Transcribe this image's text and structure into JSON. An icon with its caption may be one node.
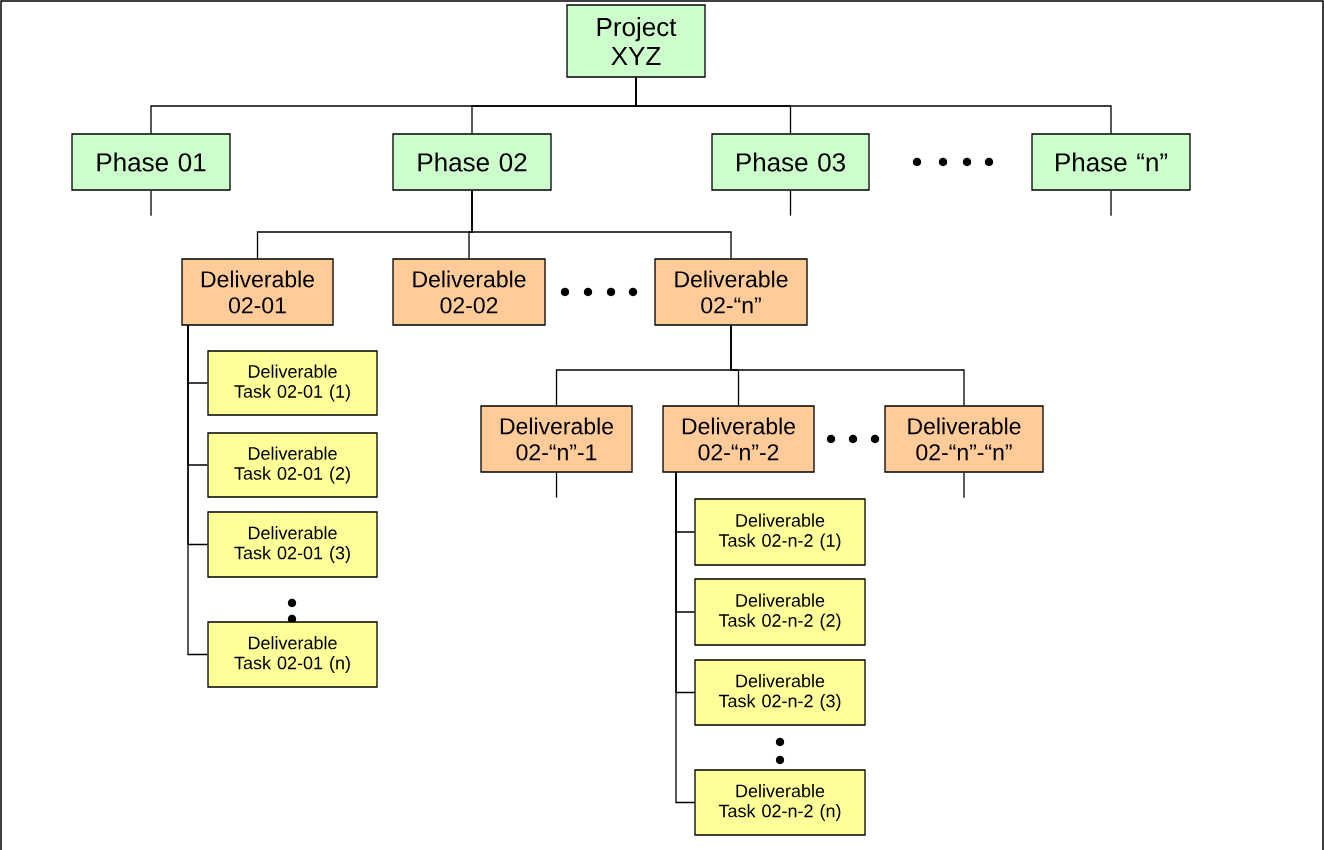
{
  "diagram": {
    "nodes": [
      {
        "text": [
          "Project XYZ"
        ]
      },
      {
        "text": [
          "Phase 01"
        ]
      },
      {
        "text": [
          "Phase 02"
        ]
      },
      {
        "text": [
          "Phase 03"
        ]
      },
      {
        "text": [
          "Phase “n”"
        ]
      },
      {
        "text": [
          "Deliverable 02-01"
        ]
      },
      {
        "text": [
          "Deliverable 02-02"
        ]
      },
      {
        "text": [
          "Deliverable 02-“n”"
        ]
      },
      {
        "text": [
          "Deliverable Task 02-01 (1)"
        ]
      },
      {
        "text": [
          "Deliverable Task 02-01 (2)"
        ]
      },
      {
        "text": [
          "Deliverable Task 02-01 (3)"
        ]
      },
      {
        "text": [
          "Deliverable Task 02-01 (n)"
        ]
      },
      {
        "text": [
          "Deliverable 02-“n”-1"
        ]
      },
      {
        "text": [
          "Deliverable 02-“n”-2"
        ]
      },
      {
        "text": [
          "Deliverable 02-“n”-“n”"
        ]
      },
      {
        "text": [
          "Deliverable Task 02-n-2 (1)"
        ]
      },
      {
        "text": [
          "Deliverable Task 02-n-2 (2)"
        ]
      },
      {
        "text": [
          "Deliverable Task 02-n-2 (3)"
        ]
      },
      {
        "text": [
          "Deliverable Task 02-n-2 (n)"
        ]
      }
    ],
    "edges": [
      {
        "from": 0,
        "to": 1,
        "arrow": "none"
      },
      {
        "from": 0,
        "to": 2,
        "arrow": "none"
      },
      {
        "from": 0,
        "to": 3,
        "arrow": "none"
      },
      {
        "from": 0,
        "to": 4,
        "arrow": "none"
      },
      {
        "from": 2,
        "to": 5,
        "arrow": "none"
      },
      {
        "from": 2,
        "to": 6,
        "arrow": "none"
      },
      {
        "from": 2,
        "to": 7,
        "arrow": "none"
      },
      {
        "from": 5,
        "to": 8,
        "arrow": "none"
      },
      {
        "from": 5,
        "to": 9,
        "arrow": "none"
      },
      {
        "from": 5,
        "to": 10,
        "arrow": "none"
      },
      {
        "from": 5,
        "to": 11,
        "arrow": "none"
      },
      {
        "from": 7,
        "to": 12,
        "arrow": "none"
      },
      {
        "from": 7,
        "to": 13,
        "arrow": "none"
      },
      {
        "from": 7,
        "to": 14,
        "arrow": "none"
      },
      {
        "from": 13,
        "to": 15,
        "arrow": "none"
      },
      {
        "from": 13,
        "to": 16,
        "arrow": "none"
      },
      {
        "from": 13,
        "to": 17,
        "arrow": "none"
      },
      {
        "from": 13,
        "to": 18,
        "arrow": "none"
      },
      {
        "from": 1,
        "to": null,
        "arrow": "none"
      },
      {
        "from": 3,
        "to": null,
        "arrow": "none"
      },
      {
        "from": 4,
        "to": null,
        "arrow": "none"
      },
      {
        "from": 12,
        "to": null,
        "arrow": "none"
      },
      {
        "from": 14,
        "to": null,
        "arrow": "none"
      }
    ]
  }
}
